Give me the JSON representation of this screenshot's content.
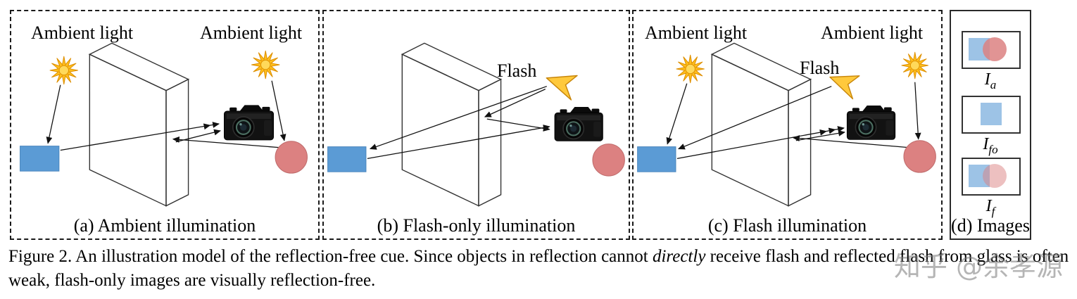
{
  "panels": {
    "a": {
      "label_left": "Ambient light",
      "label_right": "Ambient light",
      "caption": "(a) Ambient illumination"
    },
    "b": {
      "label_flash": "Flash",
      "caption": "(b) Flash-only illumination"
    },
    "c": {
      "label_left": "Ambient light",
      "label_flash": "Flash",
      "label_right": "Ambient light",
      "caption": "(c) Flash illumination"
    },
    "d": {
      "caption": "(d) Images",
      "images": [
        {
          "base": "I",
          "sub": "a"
        },
        {
          "base": "I",
          "sub": "fo"
        },
        {
          "base": "I",
          "sub": "f"
        }
      ]
    }
  },
  "figure_caption": {
    "prefix": "Figure 2. An illustration model of the reflection-free cue. Since objects in reflection cannot ",
    "italic": "directly",
    "suffix": " receive flash and reflected flash from glass is often weak, flash-only images are visually reflection-free."
  },
  "watermark": "知乎 @余孝源",
  "colors": {
    "object_blue": "#5B9BD5",
    "object_blue_light": "#9DC3E6",
    "object_pink": "#DC8181",
    "sun_yellow": "#FFC01E",
    "flash_yellow": "#FFC93C"
  }
}
